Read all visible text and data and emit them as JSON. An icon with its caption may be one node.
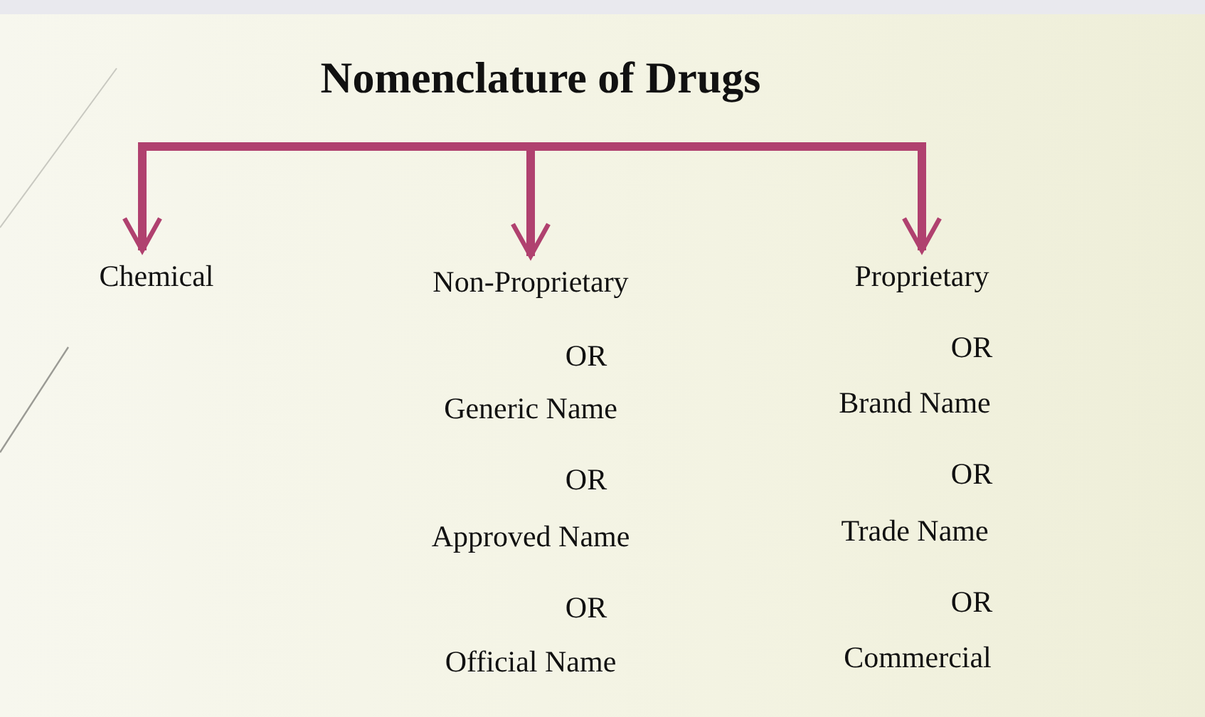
{
  "diagram": {
    "nodes": [
      {
        "text": [
          "Nomenclature of Drugs"
        ]
      },
      {
        "text": [
          "Chemical"
        ]
      },
      {
        "text": [
          "Non-Proprietary",
          "OR",
          "Generic Name",
          "OR",
          "Approved Name",
          "OR",
          "Official Name"
        ]
      },
      {
        "text": [
          "Proprietary",
          "OR",
          "Brand Name",
          "OR",
          "Trade Name",
          "OR",
          "Commercial"
        ]
      }
    ],
    "edges": [
      {
        "from": 0,
        "to": 1,
        "arrow": "to"
      },
      {
        "from": 0,
        "to": 2,
        "arrow": "to"
      },
      {
        "from": 0,
        "to": 3,
        "arrow": "to"
      }
    ]
  }
}
